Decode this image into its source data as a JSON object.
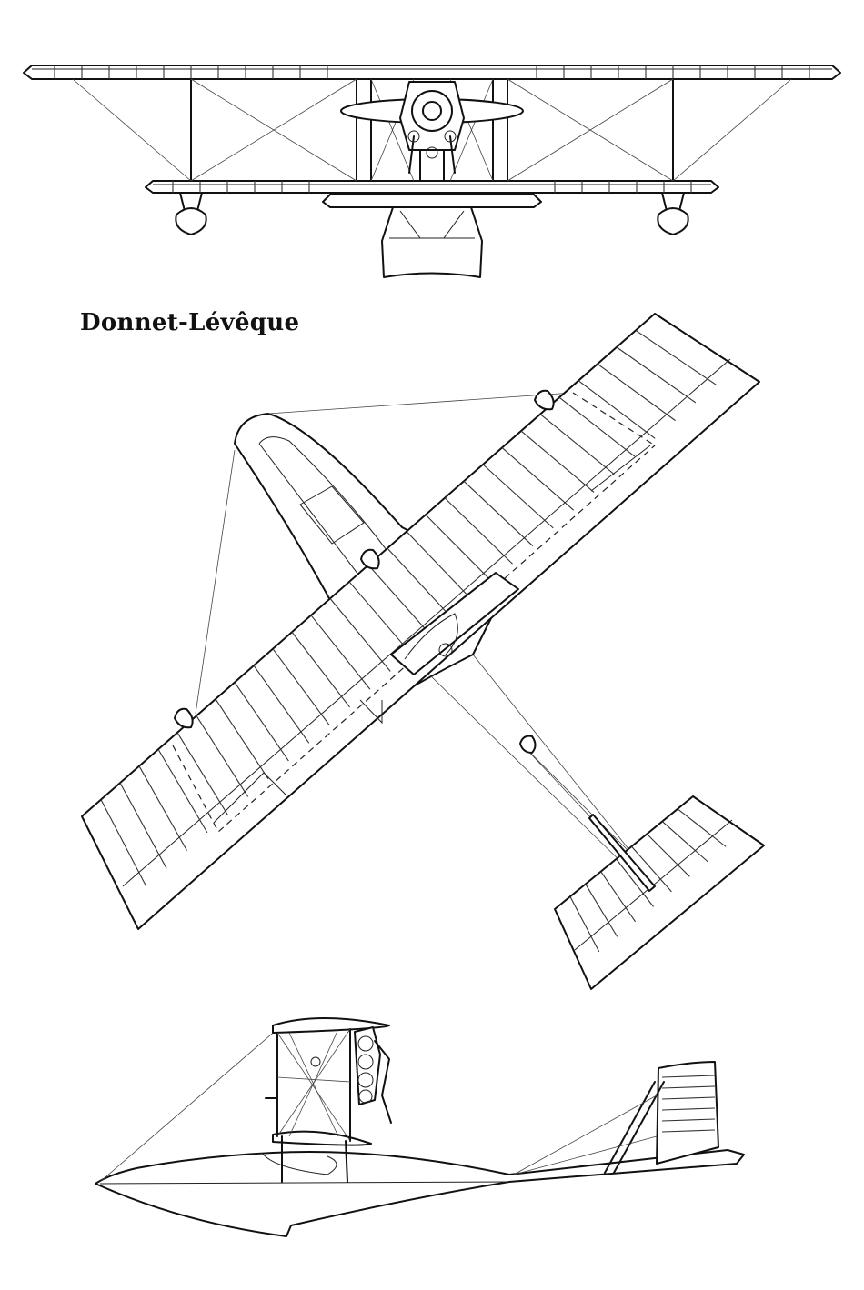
{
  "title": "Donnet-Lévêque",
  "colors": {
    "ink": "#111111",
    "paper": "#ffffff"
  },
  "views": [
    "front-view",
    "top-view",
    "side-view"
  ]
}
